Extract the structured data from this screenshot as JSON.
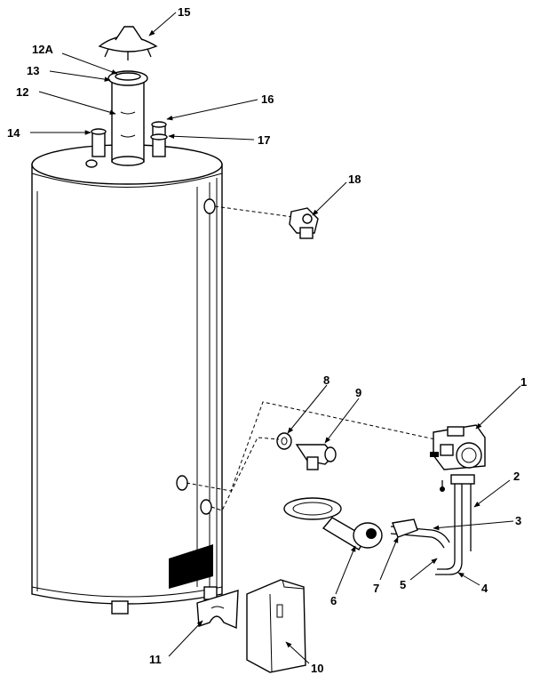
{
  "callouts": [
    {
      "id": "c15",
      "text": "15"
    },
    {
      "id": "c12a",
      "text": "12A"
    },
    {
      "id": "c13",
      "text": "13"
    },
    {
      "id": "c12",
      "text": "12"
    },
    {
      "id": "c16",
      "text": "16"
    },
    {
      "id": "c14",
      "text": "14"
    },
    {
      "id": "c17",
      "text": "17"
    },
    {
      "id": "c18",
      "text": "18"
    },
    {
      "id": "c1",
      "text": "1"
    },
    {
      "id": "c8",
      "text": "8"
    },
    {
      "id": "c9",
      "text": "9"
    },
    {
      "id": "c2",
      "text": "2"
    },
    {
      "id": "c3",
      "text": "3"
    },
    {
      "id": "c5",
      "text": "5"
    },
    {
      "id": "c4",
      "text": "4"
    },
    {
      "id": "c7",
      "text": "7"
    },
    {
      "id": "c6",
      "text": "6"
    },
    {
      "id": "c11",
      "text": "11"
    },
    {
      "id": "c10",
      "text": "10"
    }
  ]
}
